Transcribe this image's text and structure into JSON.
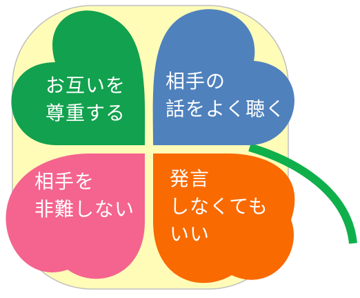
{
  "leaves": {
    "top_left": {
      "lines": [
        "お互いを",
        "尊重する"
      ],
      "color": "#12A14E"
    },
    "top_right": {
      "lines": [
        "相手の",
        "話をよく聴く"
      ],
      "color": "#4F81BD"
    },
    "bottom_left": {
      "lines": [
        "相手を",
        "非難しない"
      ],
      "color": "#F4648F"
    },
    "bottom_right": {
      "lines": [
        "発言",
        "しなくても",
        "いい"
      ],
      "color": "#F96A00"
    }
  },
  "center_color": "#FFFCB8",
  "stem_color": "#0FAF4B",
  "outline_color": "#BFBFBF"
}
